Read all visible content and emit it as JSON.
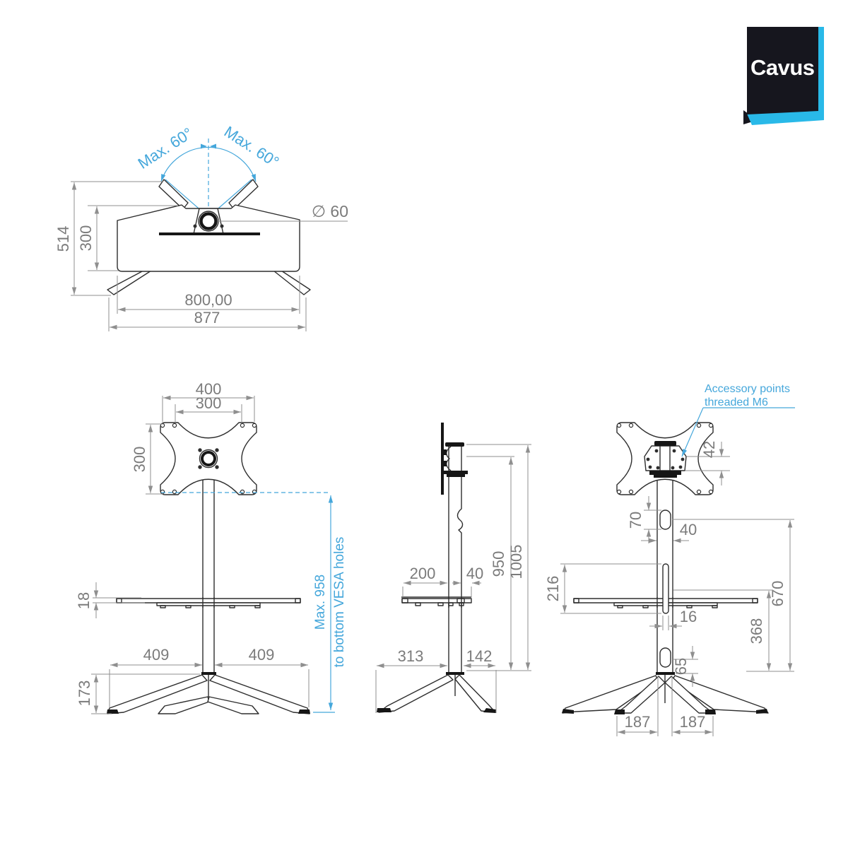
{
  "brand": {
    "name": "Cavus"
  },
  "colors": {
    "annotation": "#45a7db",
    "dimension_line": "#8f8f8f",
    "dimension_text": "#7b7b7b",
    "outline": "#2e2e2e",
    "logo_background": "#16161e",
    "logo_accent": "#29b9e8",
    "logo_text": "#ffffff"
  },
  "top_view": {
    "angle_left": "Max. 60°",
    "angle_right": "Max. 60°",
    "overall_depth": "514",
    "mount_depth": "300",
    "pole_diameter": "∅ 60",
    "body_width": "800,00",
    "overall_width": "877"
  },
  "front_view": {
    "vesa_width": "400",
    "vesa_hole_span": "300",
    "vesa_height": "300",
    "shelf_thickness": "18",
    "base_half_left": "409",
    "base_half_right": "409",
    "base_height": "173",
    "max_height": "Max. 958",
    "max_height_note": "to bottom VESA holes"
  },
  "side_view": {
    "shelf_front": "200",
    "shelf_rear": "40",
    "vesa_bottom_height": "950",
    "total_height": "1005",
    "base_front": "313",
    "base_rear": "142"
  },
  "back_view": {
    "note_line1": "Accessory points",
    "note_line2": "threaded M6",
    "accessory_spacing": "42",
    "cable_slot_length": "70",
    "column_width": "40",
    "cover_strip_length": "216",
    "cover_strip_width": "16",
    "shelf_to_floor": "368",
    "slot_to_floor": "670",
    "lower_slot_offset": "65",
    "foot_span_left": "187",
    "foot_span_right": "187"
  }
}
